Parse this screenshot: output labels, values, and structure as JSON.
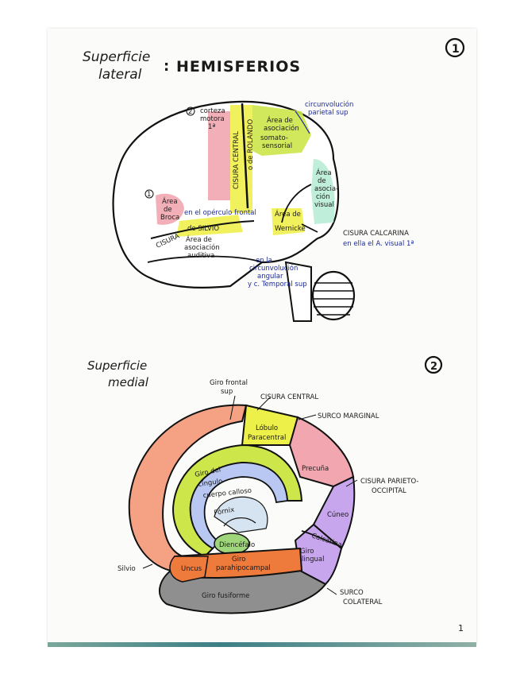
{
  "section1": {
    "title_part1": "Superficie",
    "title_part2": "lateral",
    "title_colon": ":",
    "title_main": "HEMISFERIOS",
    "number": "1",
    "labels": {
      "corteza_line1": "corteza",
      "corteza_line2": "motora",
      "corteza_line3": "1ª",
      "corteza_number": "2",
      "cisura_central": "CISURA CENTRAL",
      "rolando": "o de ROLANDO",
      "circunvolucion_line1": "circunvolución",
      "circunvolucion_line2": "parietal sup",
      "area_somato_line1": "Área de",
      "area_somato_line2": "asociación",
      "area_somato_line3": "somato-",
      "area_somato_line4": "sensorial",
      "area_visual_line1": "Área",
      "area_visual_line2": "de",
      "area_visual_line3": "asocia-",
      "area_visual_line4": "ción",
      "area_visual_line5": "visual",
      "broca_number": "1",
      "broca_line1": "Área",
      "broca_line2": "de",
      "broca_line3": "Broca",
      "opercular": "en el opérculo frontal",
      "cisura_silvio_1": "CISURA",
      "cisura_silvio_2": "de SILVIO",
      "auditiva_line1": "Área de",
      "auditiva_line2": "asociación",
      "auditiva_line3": "auditiva",
      "wernicke_line1": "Área de",
      "wernicke_line2": "Wernicke",
      "angular_line1": "en la",
      "angular_line2": "circunvolución",
      "angular_line3": "angular",
      "angular_line4": "y c. Temporal sup",
      "calcarina_line1": "CISURA CALCARINA",
      "calcarina_line2": "en ella el A. visual 1ª"
    }
  },
  "section2": {
    "title_line1": "Superficie",
    "title_line2": "medial",
    "number": "2",
    "labels": {
      "giro_frontal_line1": "Giro frontal",
      "giro_frontal_line2": "sup",
      "cisura_central": "CISURA CENTRAL",
      "surco_marginal": "SURCO MARGINAL",
      "lobulo_line1": "Lóbulo",
      "lobulo_line2": "Paracentral",
      "precuna": "Precuña",
      "giro_cingulo_line1": "Giro del",
      "giro_cingulo_line2": "cíngulo",
      "cuerpo_calloso": "cuerpo calloso",
      "fornix": "Fórnix",
      "diencefalo": "Diencéfalo",
      "cisura_po_line1": "CISURA PARIETO-",
      "cisura_po_line2": "OCCIPITAL",
      "cuneo": "Cúneo",
      "calcarina": "Calcarina",
      "giro_lingual_line1": "Giro",
      "giro_lingual_line2": "lingual",
      "silvio": "Silvio",
      "uncus": "Uncus",
      "giro_parahip_line1": "Giro",
      "giro_parahip_line2": "parahipocampal",
      "giro_fusiforme": "Giro fusiforme",
      "surco_colateral_line1": "SURCO",
      "surco_colateral_line2": "COLATERAL"
    }
  },
  "page_number": "1",
  "colors": {
    "pink": "#f2a6b0",
    "yellow": "#eef04a",
    "lime": "#cde64a",
    "mint": "#b8ecd6",
    "salmon": "#f4a184",
    "orange": "#ee7a3c",
    "blue_light": "#b9c8f2",
    "purple": "#c8a6ee",
    "gray": "#8f8f8f",
    "green": "#9fd67c",
    "ink_blue": "#1c2b9a"
  }
}
